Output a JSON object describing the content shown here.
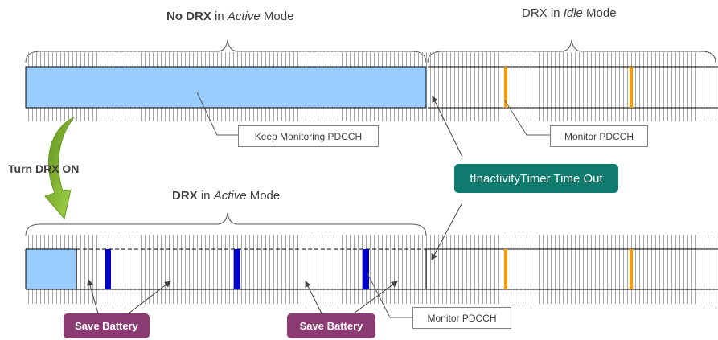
{
  "headings": {
    "no_drx_bold": "No DRX",
    "no_drx_in": " in ",
    "no_drx_mode_italic": "Active",
    "no_drx_mode": " Mode",
    "idle_prefix": "DRX in ",
    "idle_italic": "Idle",
    "idle_mode": " Mode",
    "drx_active_bold": "DRX",
    "drx_active_in": " in ",
    "drx_active_italic": "Active",
    "drx_active_mode": " Mode"
  },
  "labels": {
    "keep_monitoring": "Keep Monitoring  PDCCH",
    "monitor_top": "Monitor PDCCH",
    "monitor_bottom": "Monitor PDCCH",
    "turn_drx_on": "Turn DRX ON",
    "timer_timeout": "tInactivityTimer  Time  Out",
    "save_battery_left": "Save Battery",
    "save_battery_right": "Save Battery"
  },
  "colors": {
    "monitoring_fill": "#99ccff",
    "on_duration": "#0000cc",
    "idle_monitor": "#ff9900",
    "tick": "#a6a6a6",
    "save_battery": "#8a3c72",
    "timer": "#0f7a6e",
    "arrow_green": "#7fb23a"
  }
}
